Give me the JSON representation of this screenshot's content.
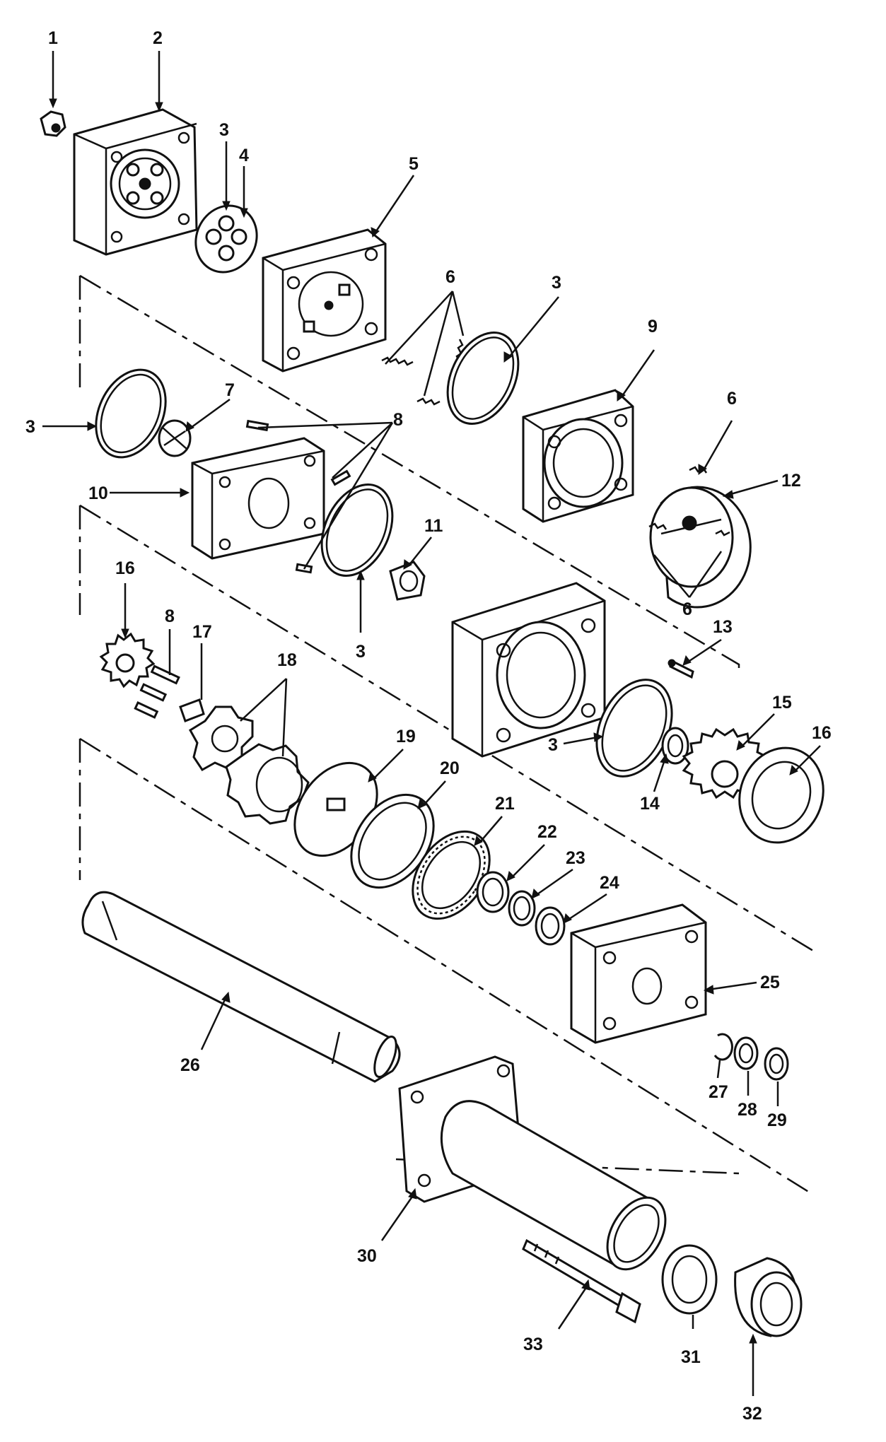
{
  "diagram": {
    "callouts": [
      {
        "id": "c1",
        "text": "1"
      },
      {
        "id": "c2",
        "text": "2"
      },
      {
        "id": "c3a",
        "text": "3"
      },
      {
        "id": "c4",
        "text": "4"
      },
      {
        "id": "c5",
        "text": "5"
      },
      {
        "id": "c6a",
        "text": "6"
      },
      {
        "id": "c3b",
        "text": "3"
      },
      {
        "id": "c9",
        "text": "9"
      },
      {
        "id": "c3c",
        "text": "3"
      },
      {
        "id": "c7",
        "text": "7"
      },
      {
        "id": "c8a",
        "text": "8"
      },
      {
        "id": "c6b",
        "text": "6"
      },
      {
        "id": "c12",
        "text": "12"
      },
      {
        "id": "c10",
        "text": "10"
      },
      {
        "id": "c11",
        "text": "11"
      },
      {
        "id": "c6c",
        "text": "6"
      },
      {
        "id": "c3d",
        "text": "3"
      },
      {
        "id": "c16a",
        "text": "16"
      },
      {
        "id": "c8b",
        "text": "8"
      },
      {
        "id": "c17",
        "text": "17"
      },
      {
        "id": "c18",
        "text": "18"
      },
      {
        "id": "c13",
        "text": "13"
      },
      {
        "id": "c15",
        "text": "15"
      },
      {
        "id": "c16b",
        "text": "16"
      },
      {
        "id": "c19",
        "text": "19"
      },
      {
        "id": "c3e",
        "text": "3"
      },
      {
        "id": "c14",
        "text": "14"
      },
      {
        "id": "c20",
        "text": "20"
      },
      {
        "id": "c21",
        "text": "21"
      },
      {
        "id": "c22",
        "text": "22"
      },
      {
        "id": "c23",
        "text": "23"
      },
      {
        "id": "c24",
        "text": "24"
      },
      {
        "id": "c25",
        "text": "25"
      },
      {
        "id": "c26",
        "text": "26"
      },
      {
        "id": "c27",
        "text": "27"
      },
      {
        "id": "c28",
        "text": "28"
      },
      {
        "id": "c29",
        "text": "29"
      },
      {
        "id": "c30",
        "text": "30"
      },
      {
        "id": "c33",
        "text": "33"
      },
      {
        "id": "c31",
        "text": "31"
      },
      {
        "id": "c32",
        "text": "32"
      }
    ]
  }
}
